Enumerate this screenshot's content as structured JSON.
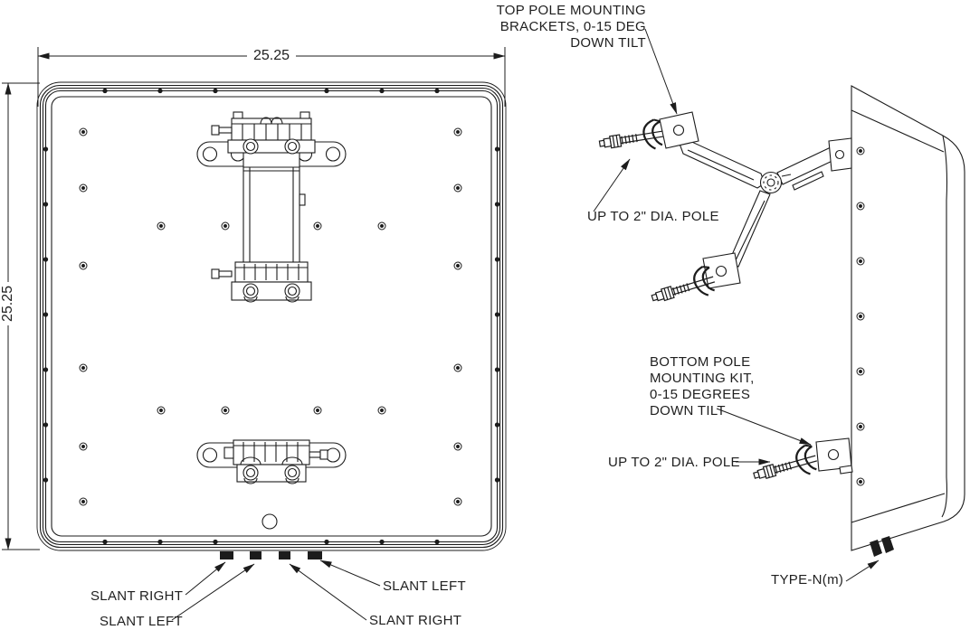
{
  "drawing": {
    "background": "#ffffff",
    "line_color": "#1c1c1c",
    "front_view": {
      "dim_width": "25.25",
      "dim_height": "25.25",
      "slant_labels": {
        "left_top": "SLANT RIGHT",
        "left_bottom": "SLANT LEFT",
        "right_top": "SLANT LEFT",
        "right_bottom": "SLANT RIGHT"
      }
    },
    "side_view": {
      "top_bracket_label": [
        "TOP POLE MOUNTING",
        "BRACKETS, 0-15 DEG",
        "DOWN TILT"
      ],
      "top_pole_label": "UP TO 2\" DIA. POLE",
      "bottom_bracket_label": [
        "BOTTOM POLE",
        "MOUNTING KIT,",
        "0-15 DEGREES",
        "DOWN TILT"
      ],
      "bottom_pole_label": "UP TO 2\" DIA. POLE",
      "rf_connector_label": "TYPE-N(m)"
    }
  }
}
